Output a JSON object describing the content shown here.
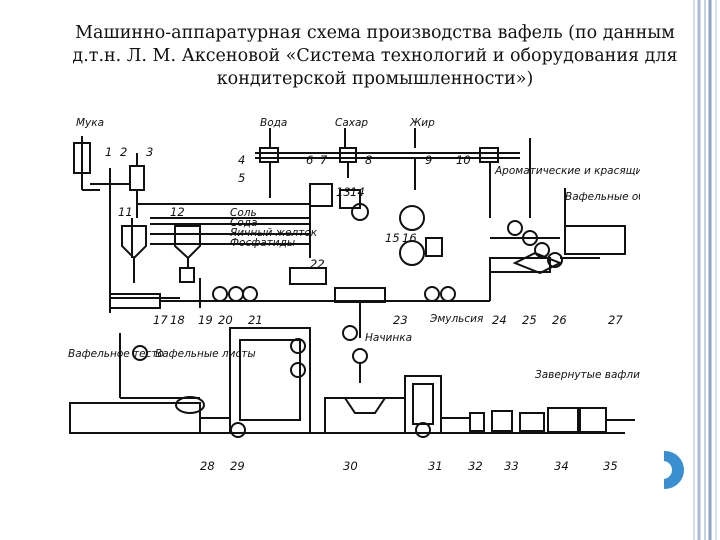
{
  "slide": {
    "title": "Машинно-аппаратурная схема производства вафель (по данным д.т.н. Л. М. Аксеновой «Система технологий и оборудования для кондитерской промышленности»)"
  },
  "diagram": {
    "inputs": {
      "flour": "Мука",
      "water": "Вода",
      "sugar": "Сахар",
      "fat": "Жир",
      "salt": "Соль",
      "soda": "Сода",
      "yolk": "Яичный желток",
      "phosphatides": "Фосфатиды",
      "aroma": "Ароматические и красящие вещества",
      "emulsion": "Эмульсия",
      "filling": "Начинка"
    },
    "flows": {
      "wafer_dough": "Вафельное тесто",
      "wafer_sheets": "Вафельные листы",
      "wafer_trimmings": "Вафельные обрезки, отеки",
      "wrapped_wafers": "Завернутые вафли"
    },
    "numbers": [
      "1",
      "2",
      "3",
      "4",
      "5",
      "6",
      "7",
      "8",
      "9",
      "10",
      "11",
      "12",
      "13",
      "14",
      "15",
      "16",
      "17",
      "18",
      "19",
      "20",
      "21",
      "22",
      "23",
      "24",
      "25",
      "26",
      "27",
      "28",
      "29",
      "30",
      "31",
      "32",
      "33",
      "34",
      "35"
    ]
  },
  "colors": {
    "ink": "#111111",
    "border_light": "#c9d4e6",
    "border_dark": "#7f93b8",
    "accent": "#3a8fd0"
  },
  "icons": {
    "corner": "slide-corner-icon"
  }
}
